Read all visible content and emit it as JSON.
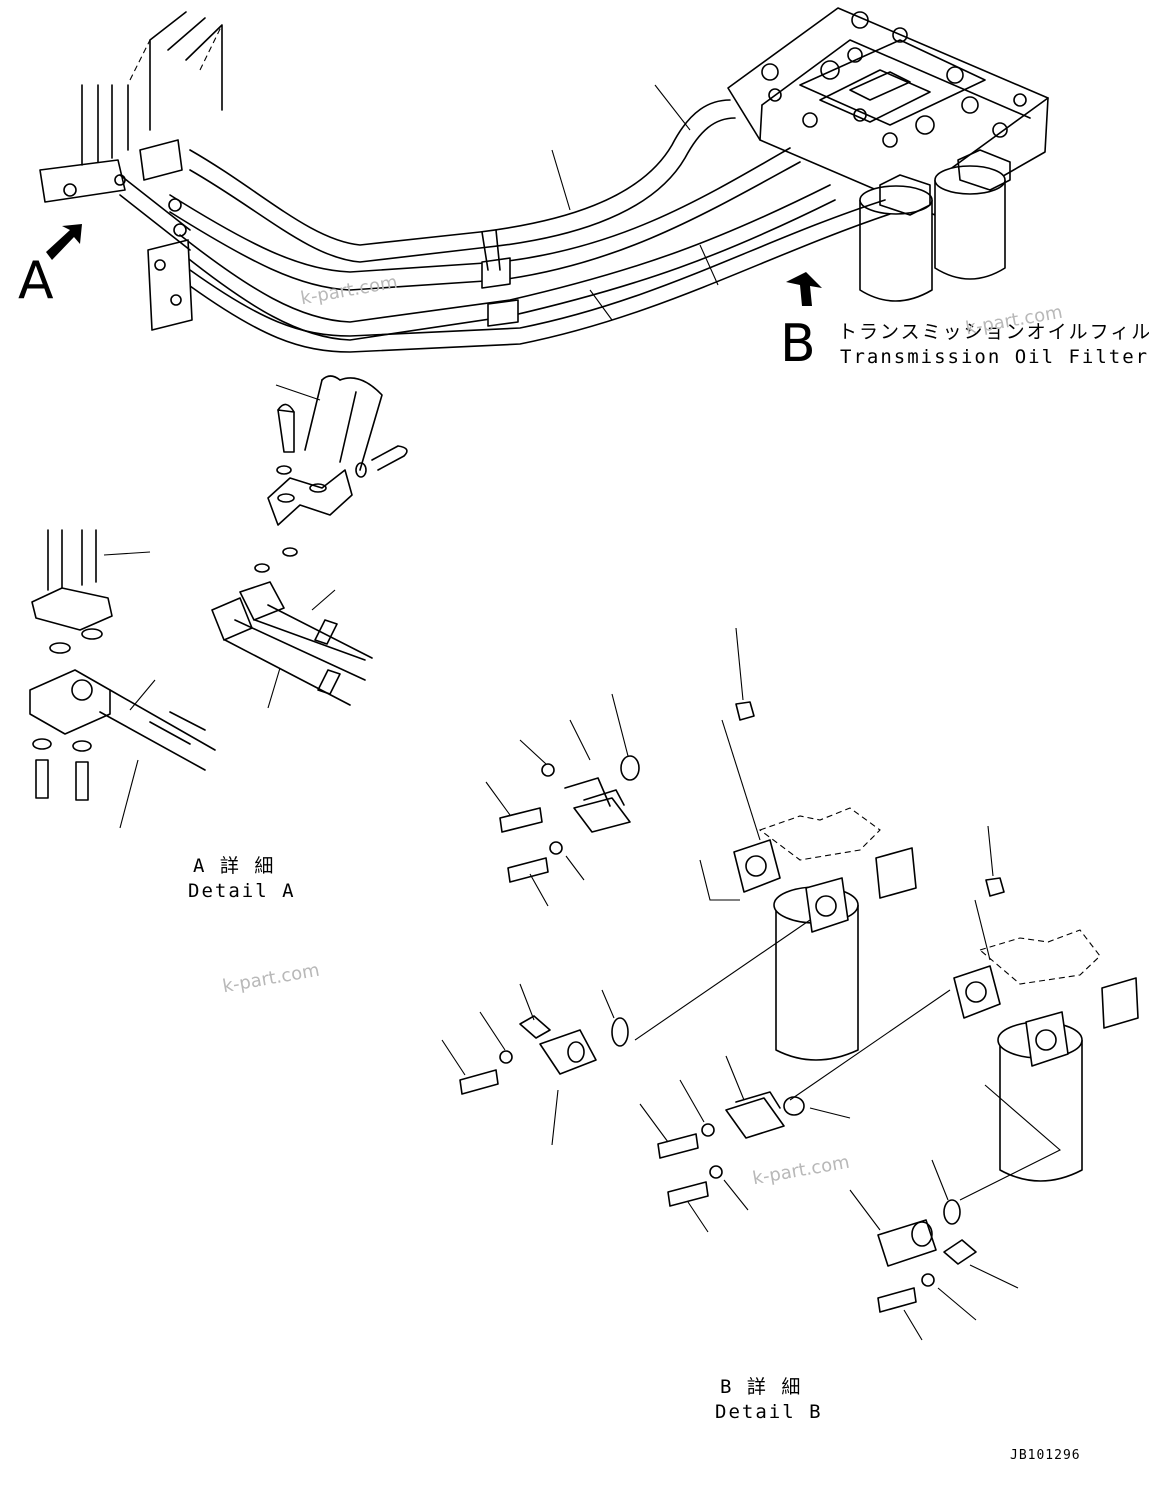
{
  "arrow_labels": {
    "a": "A",
    "b": "B"
  },
  "filter_caption": {
    "jp": "トランスミッションオイルフィルタ",
    "en": "Transmission Oil Filter"
  },
  "detail_a": {
    "jp": "A 詳 細",
    "en": "Detail A"
  },
  "detail_b": {
    "jp": "B 詳 細",
    "en": "Detail B"
  },
  "drawing_code": "JB101296",
  "watermark": "k-part.com",
  "line_color": "#000000",
  "watermark_color": "#b8b8b8",
  "icons": [
    "arrow-a-icon",
    "arrow-b-icon"
  ]
}
